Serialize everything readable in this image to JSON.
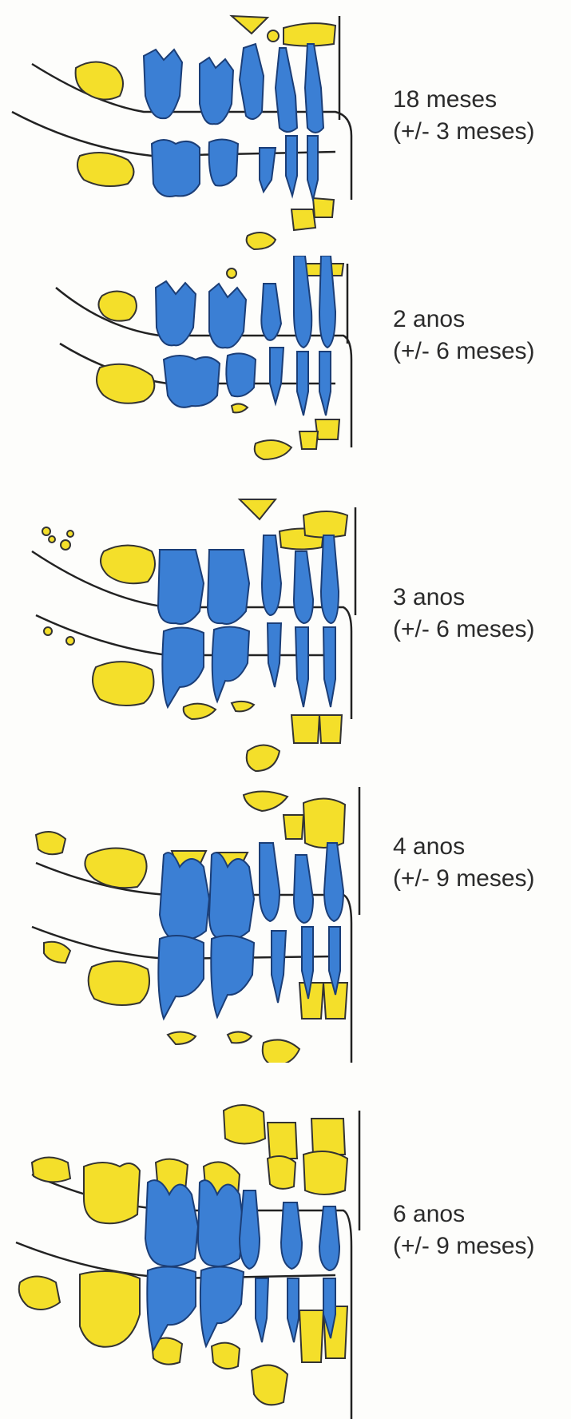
{
  "colors": {
    "erupted_primary": "#3b7fd4",
    "developing_crown": "#f4df2a",
    "outline": "#222222"
  },
  "stages": [
    {
      "age": "18 meses",
      "range": "(+/- 3 meses)"
    },
    {
      "age": "2 anos",
      "range": "(+/- 6 meses)"
    },
    {
      "age": "3 anos",
      "range": "(+/- 6 meses)"
    },
    {
      "age": "4 anos",
      "range": "(+/- 9 meses)"
    },
    {
      "age": "6 anos",
      "range": "(+/- 9 meses)"
    }
  ]
}
